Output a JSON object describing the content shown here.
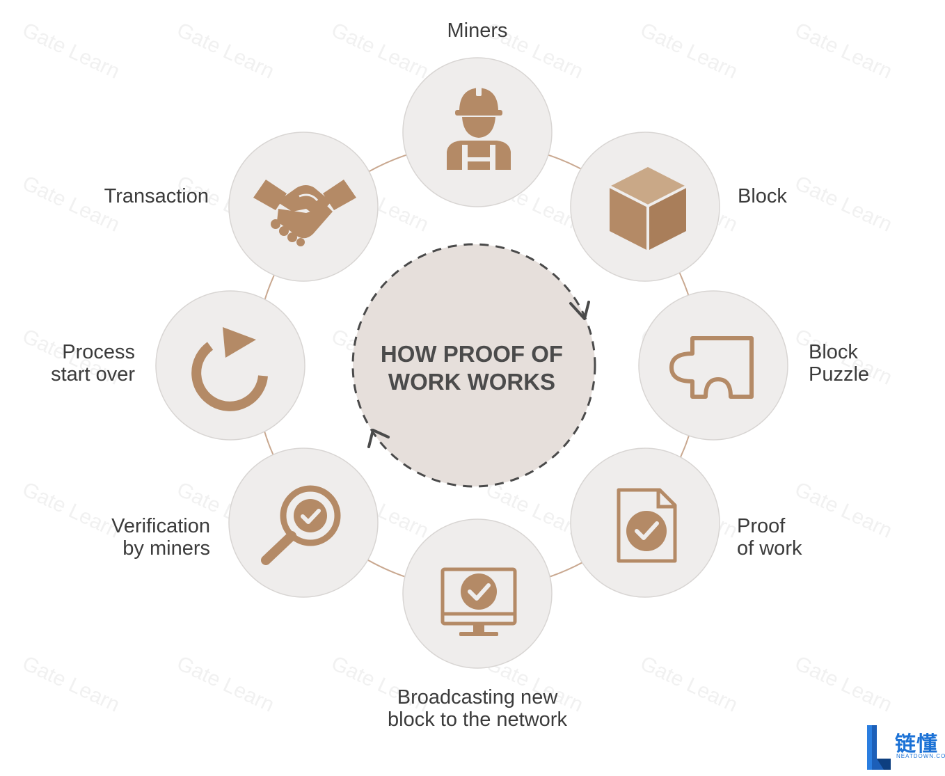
{
  "diagram": {
    "center_title_line1": "HOW PROOF OF",
    "center_title_line2": "WORK WORKS",
    "steps": [
      {
        "id": "miners",
        "icon": "worker-icon",
        "lines": [
          "Miners"
        ]
      },
      {
        "id": "block",
        "icon": "cube-icon",
        "lines": [
          "Block"
        ]
      },
      {
        "id": "block-puzzle",
        "icon": "puzzle-piece-icon",
        "lines": [
          "Block",
          "Puzzle"
        ]
      },
      {
        "id": "proof-of-work",
        "icon": "document-check-icon",
        "lines": [
          "Proof",
          "of work"
        ]
      },
      {
        "id": "broadcasting",
        "icon": "monitor-check-icon",
        "lines": [
          "Broadcasting new",
          "block to the network"
        ]
      },
      {
        "id": "verification",
        "icon": "magnifier-check-icon",
        "lines": [
          "Verification",
          "by miners"
        ]
      },
      {
        "id": "process-start-over",
        "icon": "refresh-arrow-icon",
        "lines": [
          "Process",
          "start over"
        ]
      },
      {
        "id": "transaction",
        "icon": "handshake-icon",
        "lines": [
          "Transaction"
        ]
      }
    ]
  },
  "watermark": {
    "text": "Gate Learn"
  },
  "brand_logo": {
    "text_cn": "链懂",
    "text_en": "NEATDOWN.COM"
  },
  "colors": {
    "icon_brown": "#b48a66",
    "circle_fill": "#efedec",
    "ring_line": "#c9a890",
    "center_fill": "#e6dfdb",
    "center_dash": "#4a4a4a",
    "title_text": "#4b4b4b",
    "logo_blue": "#1c72d6"
  }
}
